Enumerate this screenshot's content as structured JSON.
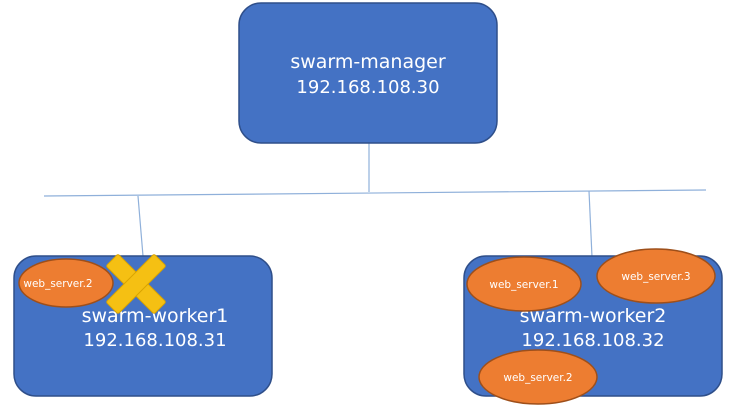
{
  "colors": {
    "node_fill": "#4472c4",
    "node_stroke": "#2f4f8a",
    "replica_fill": "#ed7d31",
    "replica_stroke": "#9e4f1a",
    "line": "#8fb0da",
    "failure_mark": "#f5c013"
  },
  "nodes": {
    "manager": {
      "title": "swarm-manager",
      "ip": "192.168.108.30"
    },
    "worker1": {
      "title": "swarm-worker1",
      "ip": "192.168.108.31"
    },
    "worker2": {
      "title": "swarm-worker2",
      "ip": "192.168.108.32"
    }
  },
  "replicas": {
    "worker1_a": {
      "label": "web_server.2",
      "failed": true
    },
    "worker2_a": {
      "label": "web_server.1"
    },
    "worker2_b": {
      "label": "web_server.3"
    },
    "worker2_c": {
      "label": "web_server.2"
    }
  },
  "icons": {
    "failure": "failure-x-icon"
  }
}
